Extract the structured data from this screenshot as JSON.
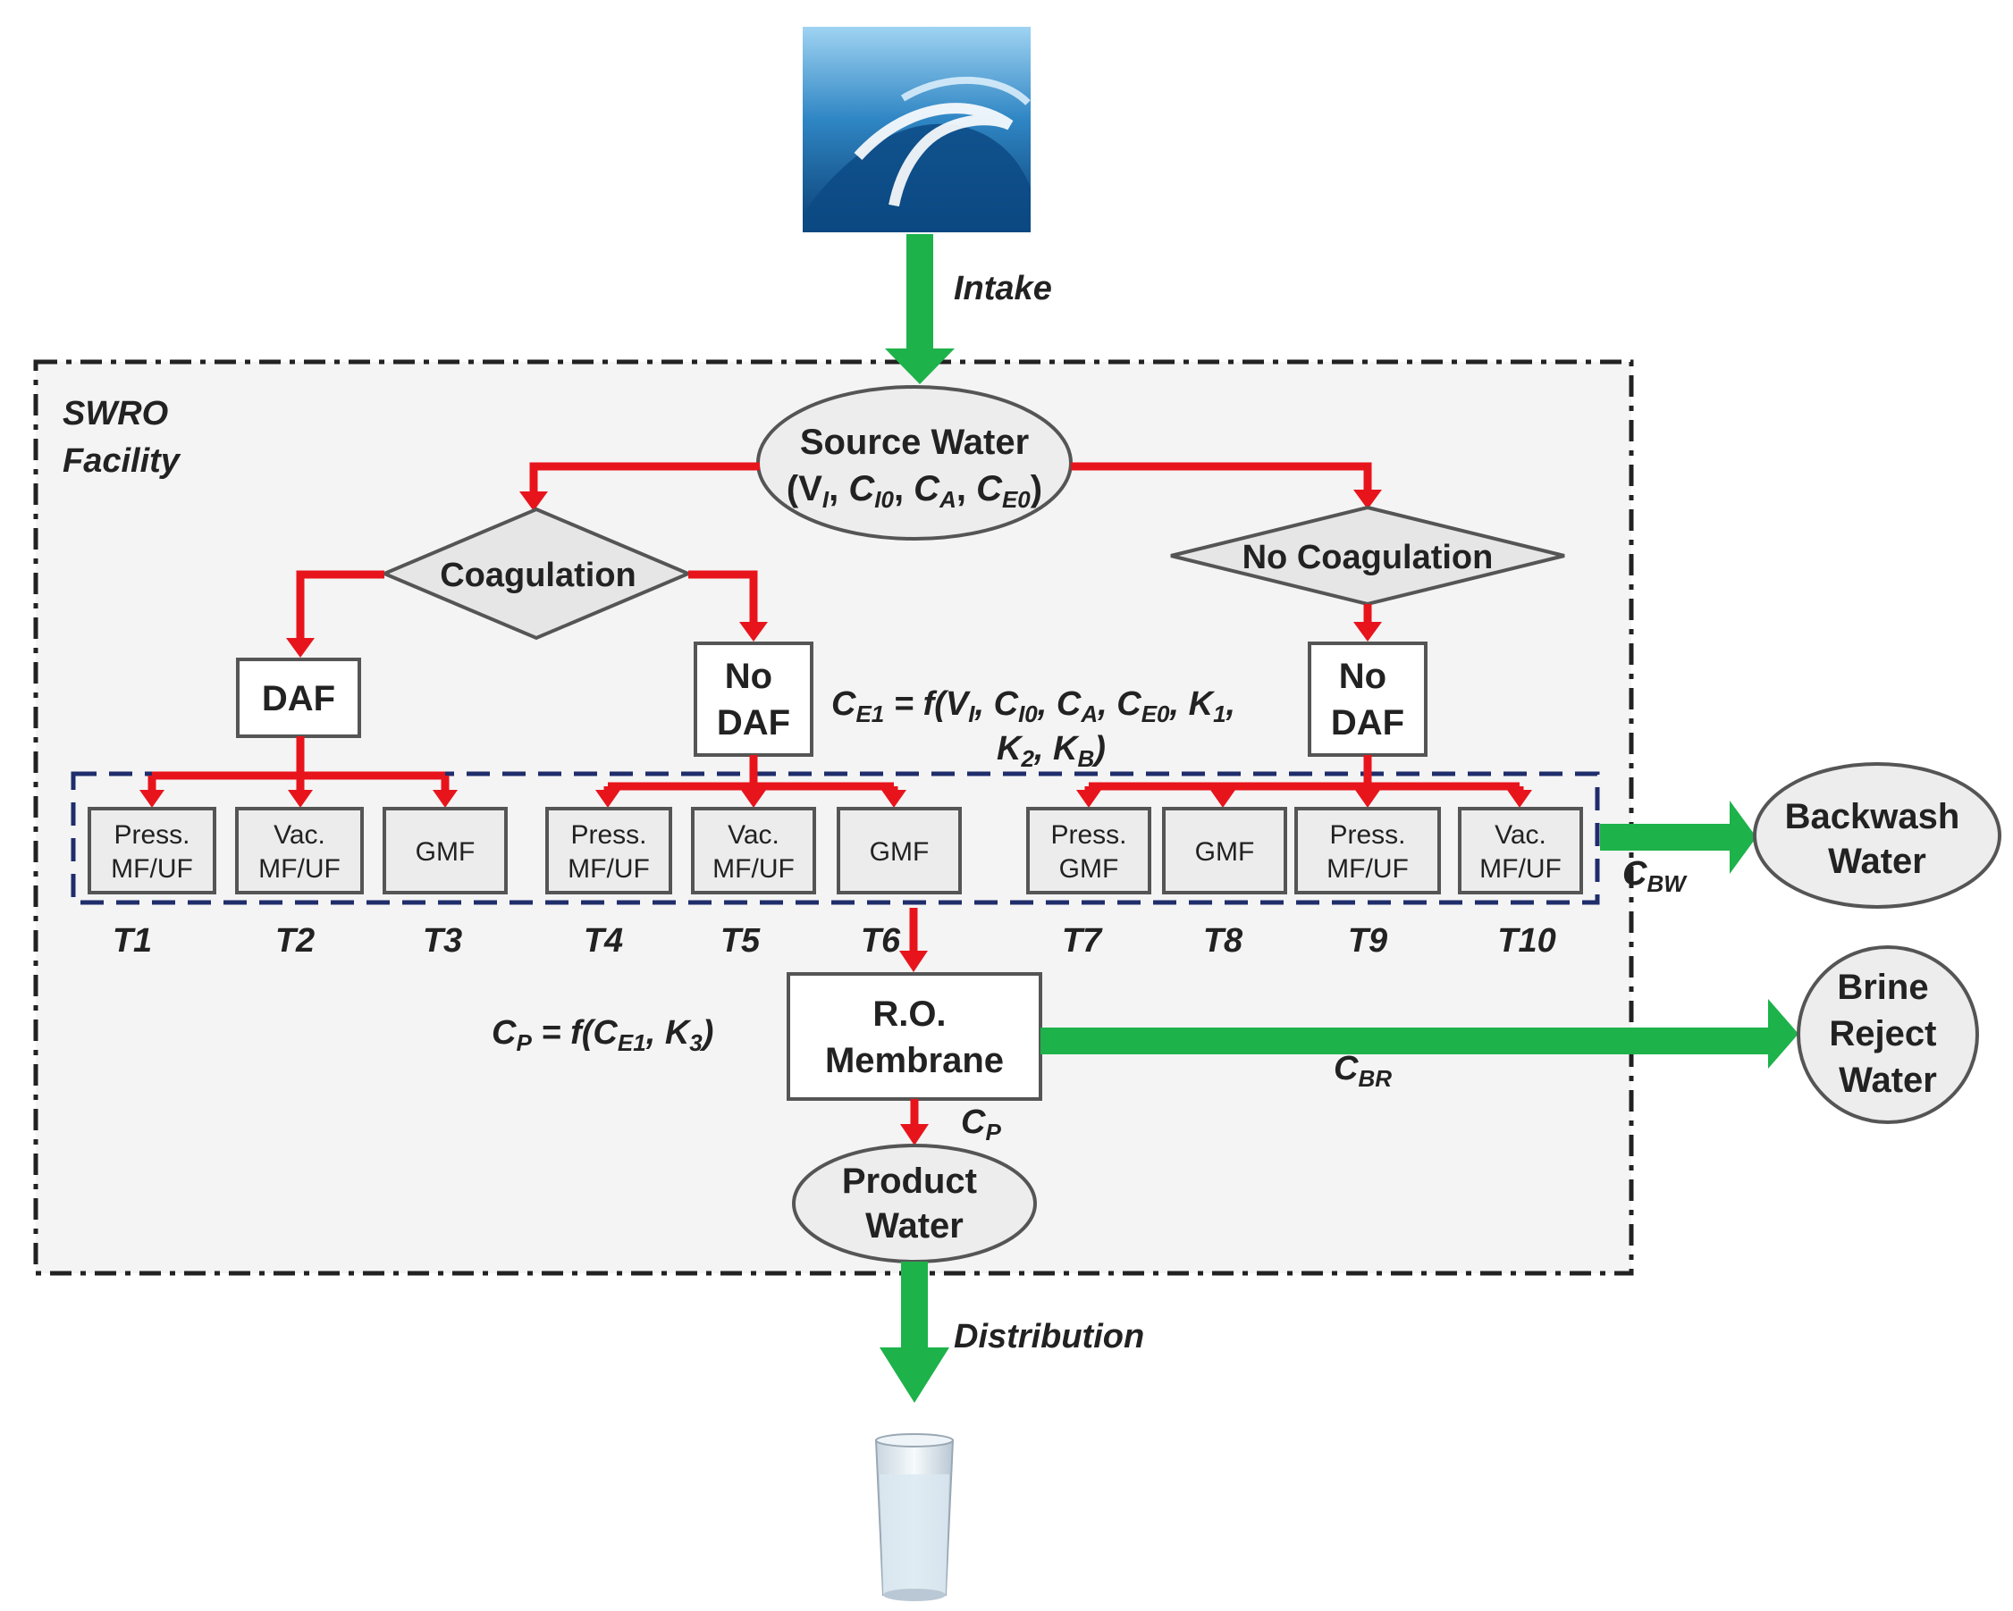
{
  "labels": {
    "intake": "Intake",
    "facility_line1": "SWRO",
    "facility_line2": "Facility",
    "distribution": "Distribution"
  },
  "source": {
    "line1": "Source Water",
    "line2_text": "(V",
    "line2_sub": "I"
  },
  "coagulation": "Coagulation",
  "no_coagulation": "No Coagulation",
  "daf": "DAF",
  "no_daf_line1": "No",
  "no_daf_line2": "DAF",
  "treatments": [
    {
      "id": "T1",
      "line1": "Press.",
      "line2": "MF/UF"
    },
    {
      "id": "T2",
      "line1": "Vac.",
      "line2": "MF/UF"
    },
    {
      "id": "T3",
      "line1": "GMF",
      "line2": ""
    },
    {
      "id": "T4",
      "line1": "Press.",
      "line2": "MF/UF"
    },
    {
      "id": "T5",
      "line1": "Vac.",
      "line2": "MF/UF"
    },
    {
      "id": "T6",
      "line1": "GMF",
      "line2": ""
    },
    {
      "id": "T7",
      "line1": "Press.",
      "line2": "GMF"
    },
    {
      "id": "T8",
      "line1": "GMF",
      "line2": ""
    },
    {
      "id": "T9",
      "line1": "Press.",
      "line2": "MF/UF"
    },
    {
      "id": "T10",
      "line1": "Vac.",
      "line2": "MF/UF"
    }
  ],
  "ro": {
    "line1": "R.O.",
    "line2": "Membrane"
  },
  "product": {
    "line1": "Product",
    "line2": "Water"
  },
  "backwash": {
    "line1": "Backwash",
    "line2": "Water"
  },
  "brine": {
    "line1": "Brine",
    "line2": "Reject",
    "line3": "Water"
  },
  "symbols": {
    "C": "C",
    "K": "K",
    "V": "V",
    "f": "f"
  },
  "subscripts": {
    "BW": "BW",
    "BR": "BR",
    "P": "P",
    "E1": "E1",
    "I": "I",
    "I0": "I0",
    "A": "A",
    "E0": "E0",
    "one": "1",
    "two": "2",
    "three": "3",
    "B": "B"
  },
  "colors": {
    "red_arrow": "#e8141c",
    "green_arrow": "#1db24a",
    "box_stroke": "#555555",
    "facility_fill": "#f4f4f4",
    "dash_blue": "#1f2d6b"
  }
}
